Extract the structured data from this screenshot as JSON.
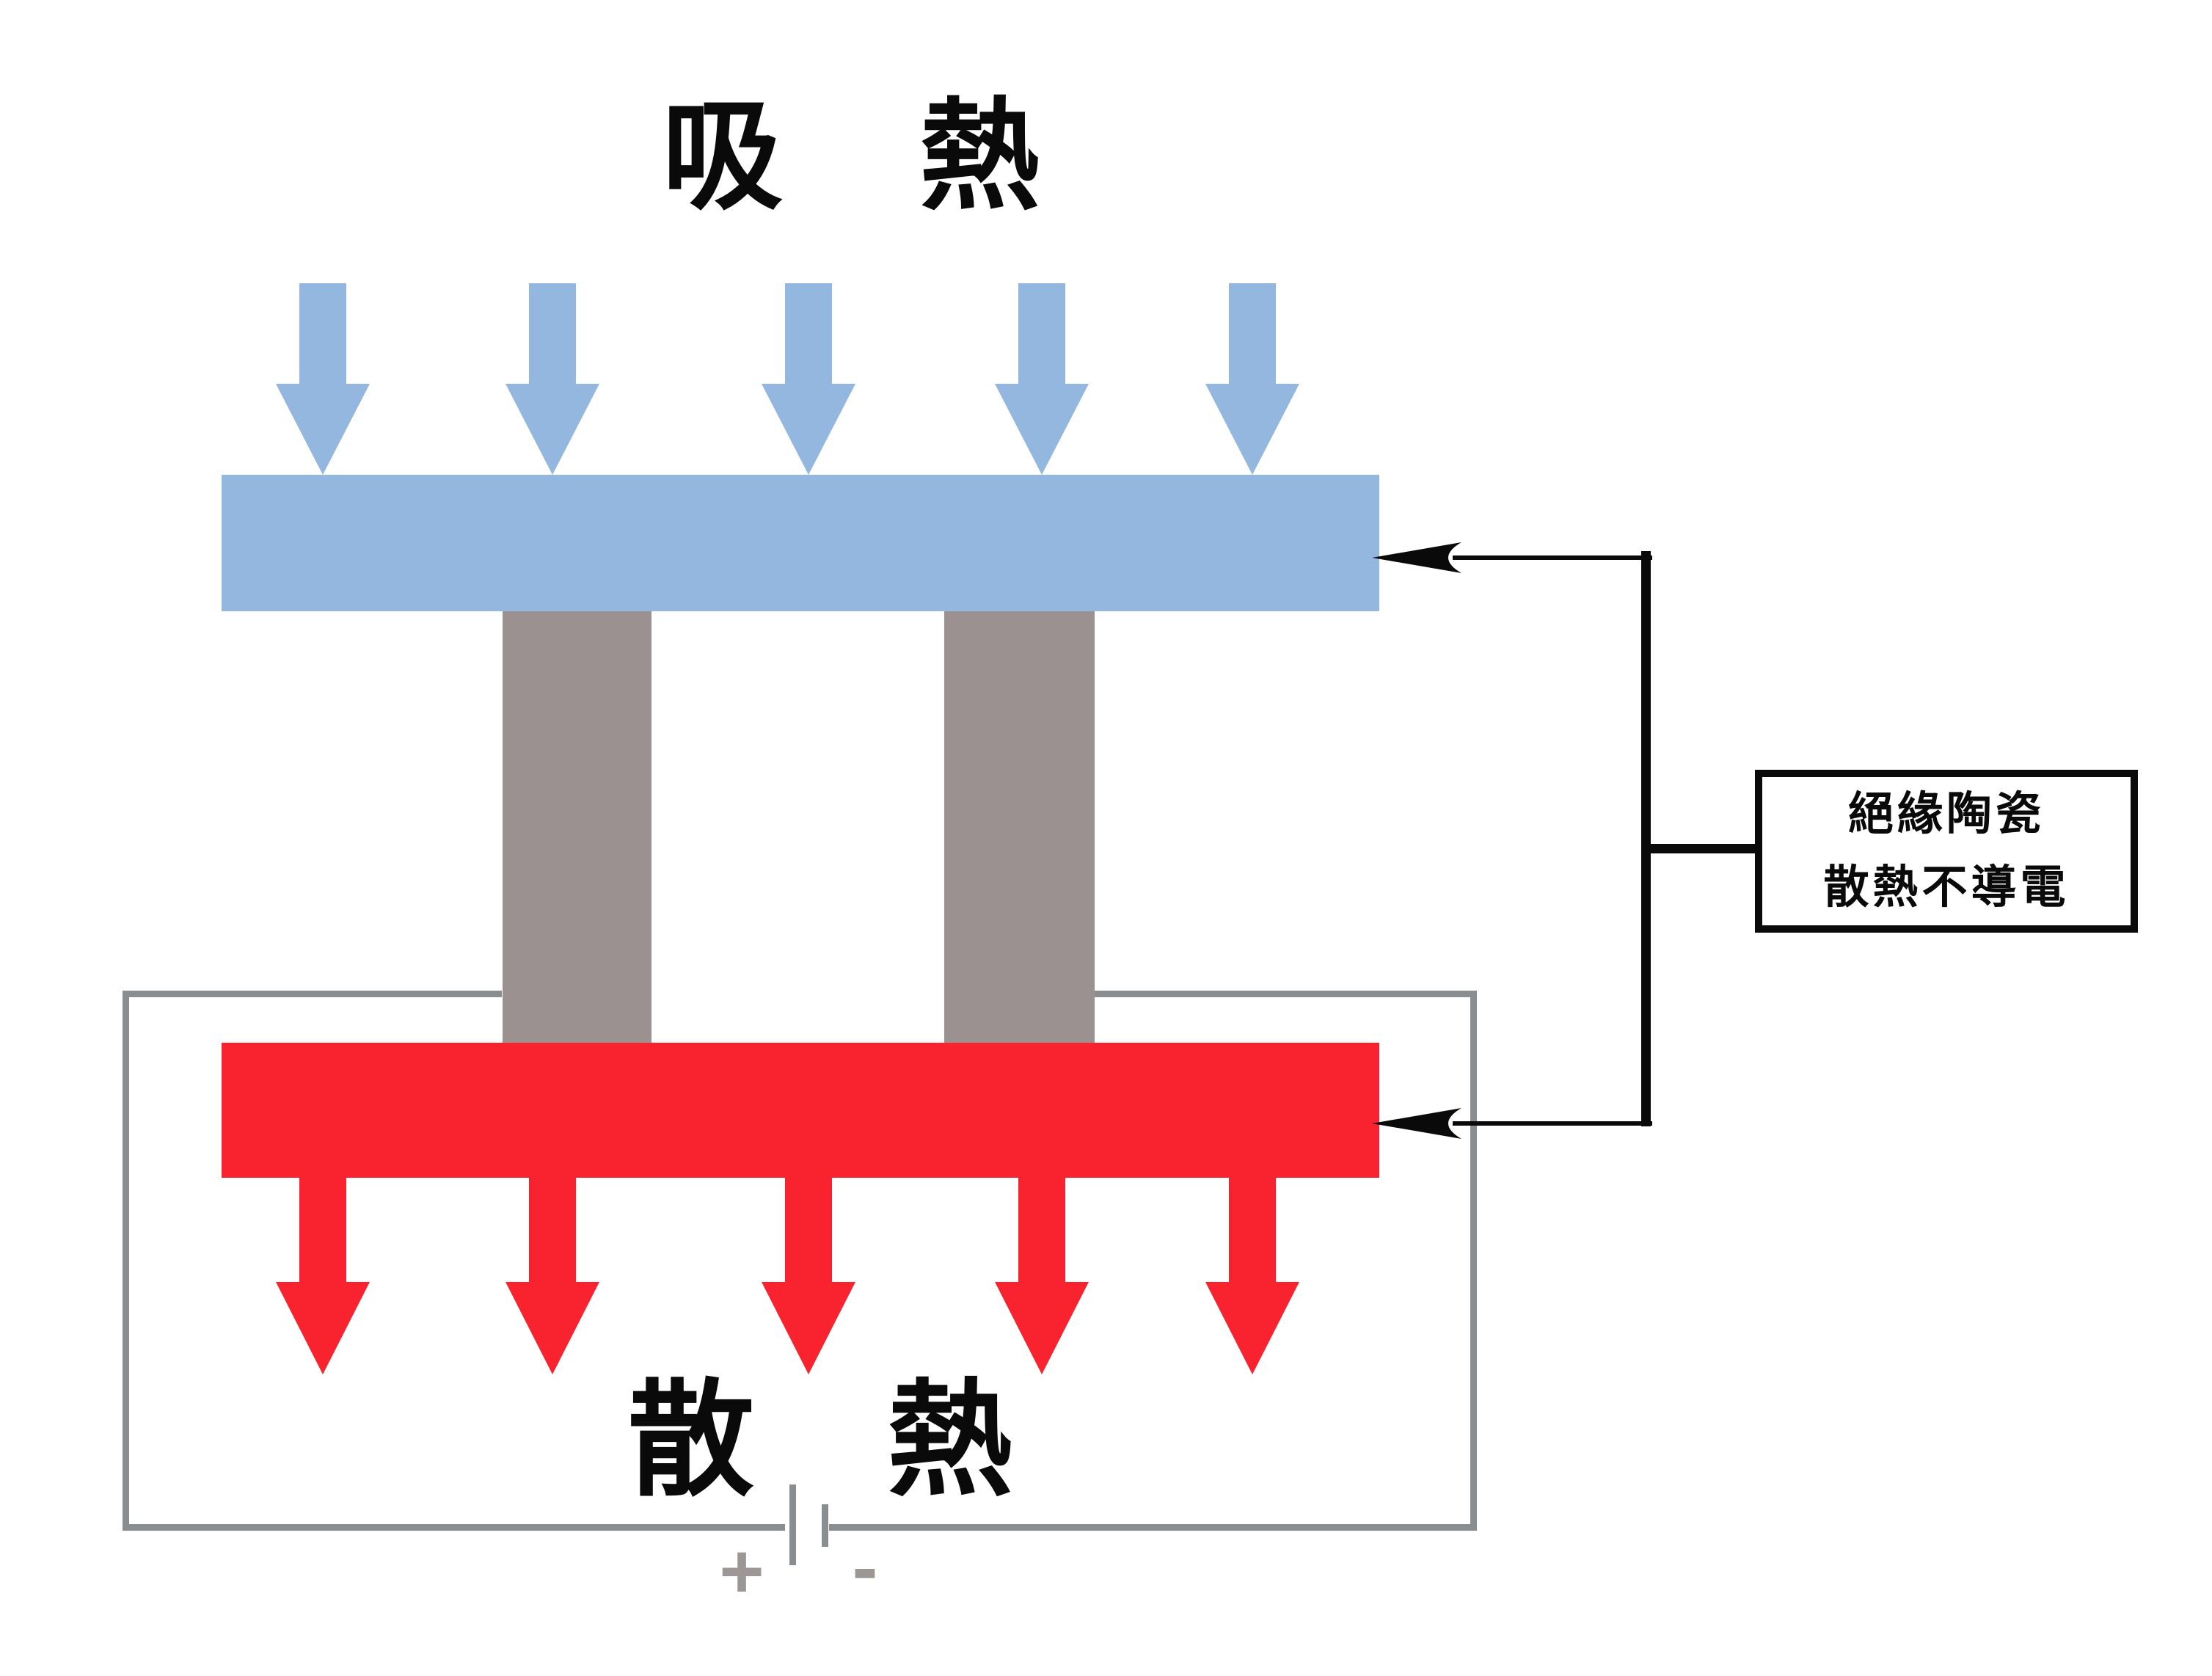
{
  "title": {
    "text": "吸 熱",
    "chars": [
      "吸",
      "熱"
    ]
  },
  "heat_release_label": {
    "text": "散 熱",
    "chars": [
      "散",
      "熱"
    ]
  },
  "annotation_box": {
    "line1": "絕緣陶瓷",
    "line2": "散熱不導電"
  },
  "battery": {
    "positive_label": "+",
    "negative_label": "-"
  },
  "colors": {
    "heat_in_blue": "#94B7E0",
    "heat_out_red": "#F8232E",
    "pillar_gray": "#9A9190",
    "wire_gray": "#8B8E90",
    "battery_gray": "#9C9695",
    "ink_black": "#0A0A0A"
  },
  "icons": {
    "heat_in_arrows": "five blue arrows pointing down onto top plate",
    "heat_out_arrows": "five red arrows pointing down from bottom plate",
    "annotation_pointer_arrows": "two black left-pointing arrows joined by vertical bracket",
    "battery_symbol": "battery cell: long positive plate, short negative plate in circuit loop"
  }
}
